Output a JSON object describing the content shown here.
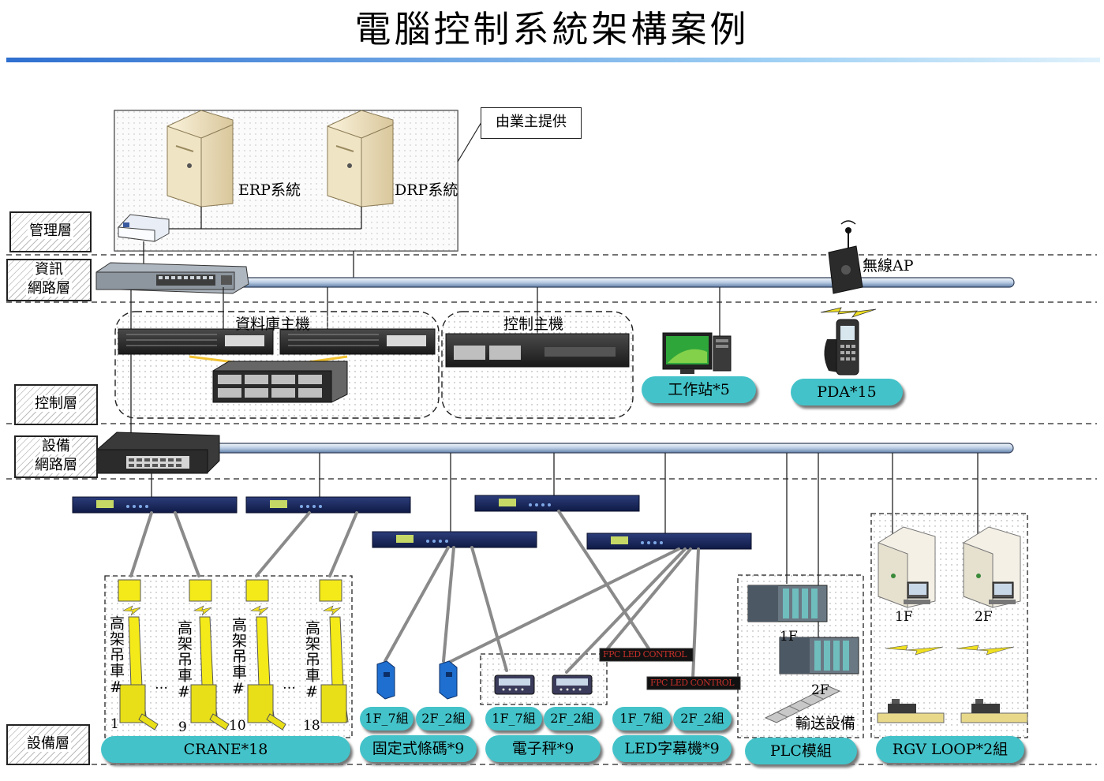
{
  "title": "電腦控制系統架構案例",
  "note": "由業主提供",
  "servers": {
    "erp": "ERP系統",
    "drp": "DRP系統"
  },
  "layers": {
    "management": "管理層",
    "info_network": [
      "資訊",
      "網路層"
    ],
    "control": "控制層",
    "equipment_network": [
      "設備",
      "網路層"
    ],
    "equipment": "設備層"
  },
  "control_groups": {
    "database": "資料庫主機",
    "control_host": "控制主機"
  },
  "wireless_ap": "無線AP",
  "pills": {
    "workstation": "工作站*5",
    "pda": "PDA*15",
    "crane": "CRANE*18",
    "barcode": "固定式條碼*9",
    "scale": "電子秤*9",
    "led": "LED字幕機*9",
    "plc": "PLC模組",
    "rgv": "RGV LOOP*2組"
  },
  "sub_pills": {
    "barcode": [
      "1F_7組",
      "2F_2組"
    ],
    "scale": [
      "1F_7組",
      "2F_2組"
    ],
    "led": [
      "1F_7組",
      "2F_2組"
    ]
  },
  "cranes": [
    {
      "label": "高架吊車#",
      "num": "1"
    },
    {
      "label": "高架吊車#",
      "num": "9"
    },
    {
      "label": "高架吊車#",
      "num": "10"
    },
    {
      "label": "高架吊車#",
      "num": "18"
    }
  ],
  "ellipsis": "…",
  "plc_floors": [
    "1F",
    "2F"
  ],
  "conveyor": "輸送設備",
  "rgv_floors": [
    "1F",
    "2F"
  ],
  "led_text": "FPC LED CONTROL",
  "colors": {
    "bus": "#b9cce4",
    "pill": "#43c3c9",
    "crane": "#f4ea1a",
    "lightning": "#f0e020"
  },
  "icons": [
    "server-icon",
    "switch-icon",
    "rack-server-icon",
    "storage-array-icon",
    "monitor-icon",
    "pc-tower-icon",
    "access-point-icon",
    "pda-icon",
    "serial-device-server-icon",
    "barcode-scanner-icon",
    "scale-icon",
    "led-sign-icon",
    "plc-icon",
    "crane-icon",
    "lightning-icon",
    "rgv-icon"
  ]
}
